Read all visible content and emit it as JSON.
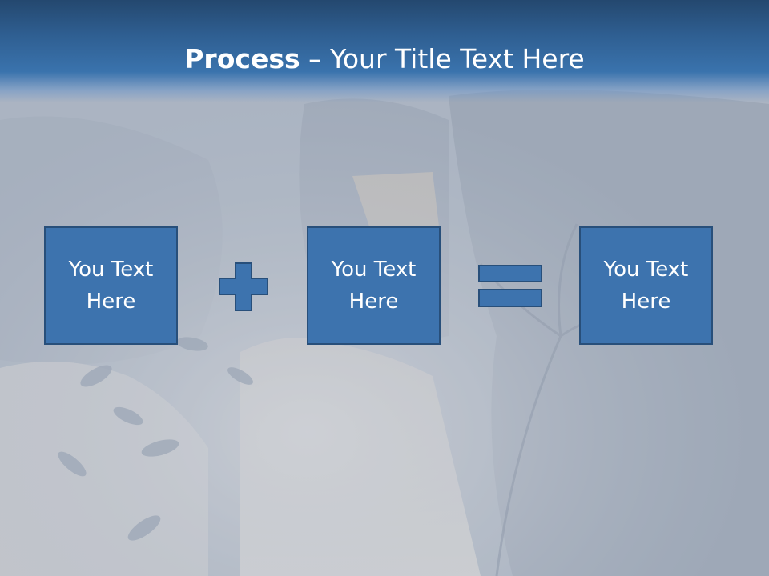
{
  "slide": {
    "title_bold": "Process",
    "title_separator": " – ",
    "title_rest": "Your Title Text Here",
    "boxes": [
      {
        "line1": "You Text",
        "line2": "Here"
      },
      {
        "line1": "You Text",
        "line2": "Here"
      },
      {
        "line1": "You Text",
        "line2": "Here"
      }
    ],
    "operators": [
      "plus",
      "equals"
    ]
  },
  "colors": {
    "title_band": "#2f5f92",
    "box_fill": "#3d73ae",
    "box_border": "#284f7a",
    "text": "#ffffff",
    "background_tint": "#a6afbd"
  },
  "icons": [
    "plus-icon",
    "equals-icon"
  ]
}
